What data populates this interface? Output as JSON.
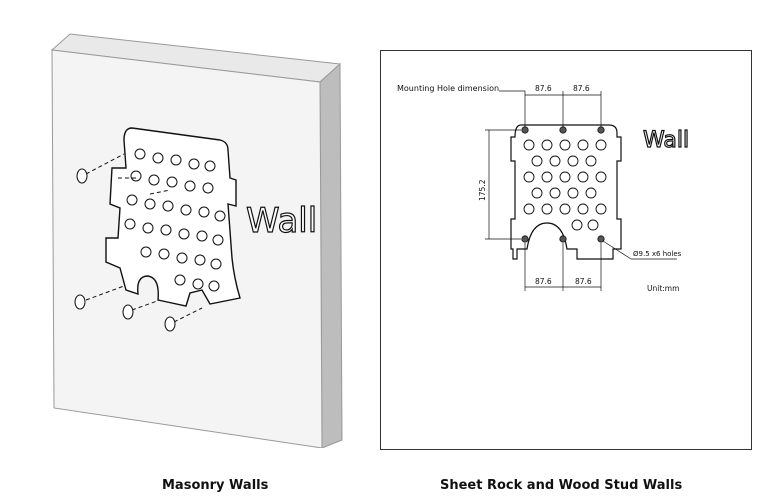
{
  "left_figure": {
    "wall_label": "Wall",
    "caption": "Masonry Walls"
  },
  "right_figure": {
    "title": "Mounting Hole dimension",
    "top_dims": [
      "87.6",
      "87.6"
    ],
    "bottom_dims": [
      "87.6",
      "87.6"
    ],
    "vertical_dim": "175.2",
    "hole_spec": "Ø9.5 x6 holes",
    "unit": "Unit:mm",
    "wall_label": "Wall",
    "caption": "Sheet Rock and Wood Stud Walls"
  }
}
